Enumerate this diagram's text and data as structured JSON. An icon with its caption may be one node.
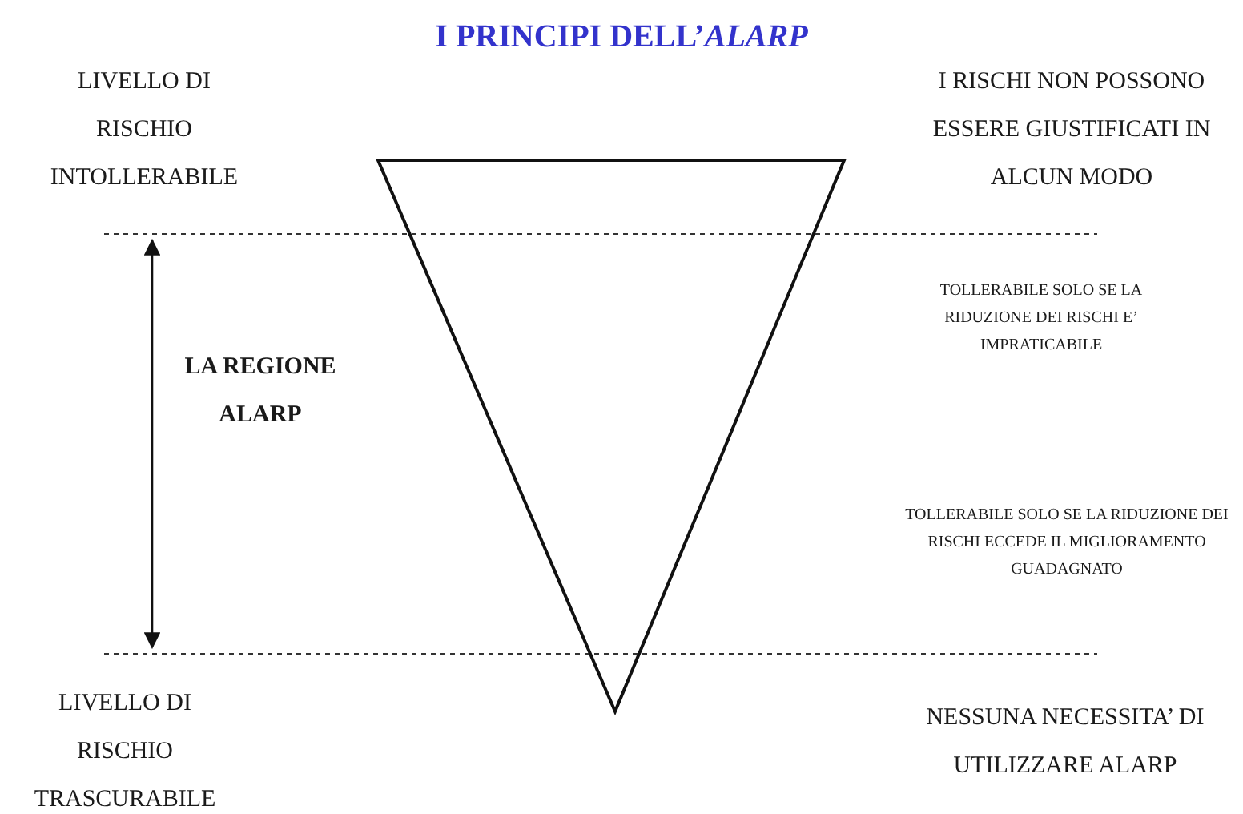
{
  "diagram": {
    "title": "I PRINCIPI DELL’*ALARP*",
    "nodes": [
      {
        "text": [],
        "shape": "triangle"
      }
    ],
    "labels": [
      "LIVELLO DI RISCHIO INTOLLERABILE",
      "I RISCHI NON POSSONO ESSERE GIUSTIFICATI IN ALCUN MODO",
      "TOLLERABILE SOLO SE LA RIDUZIONE DEI RISCHI E’ IMPRATICABILE",
      "LA REGIONE ALARP",
      "TOLLERABILE SOLO SE LA RIDUZIONE DEI RISCHI ECCEDE IL MIGLIORAMENTO GUADAGNATO",
      "LIVELLO DI RISCHIO TRASCURABILE",
      "NESSUNA NECESSITA’ DI UTILIZZARE ALARP"
    ]
  }
}
